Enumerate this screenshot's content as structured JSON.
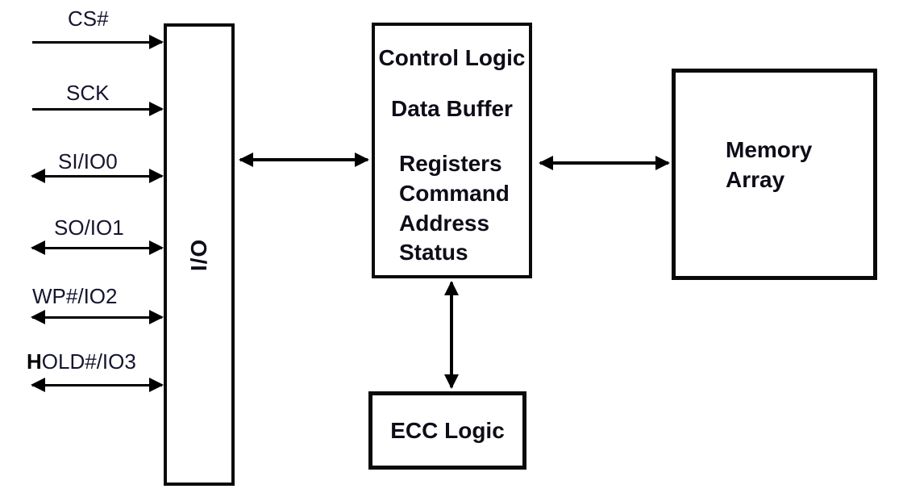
{
  "diagram": {
    "type": "memory-device-block-diagram",
    "background_color": "#ffffff",
    "line_color": "#000000",
    "text_color": "#0d0d18"
  },
  "signals": [
    {
      "label": "CS#",
      "direction": "input"
    },
    {
      "label": "SCK",
      "direction": "input"
    },
    {
      "label": "SI/IO0",
      "direction": "bidirectional"
    },
    {
      "label": "SO/IO1",
      "direction": "bidirectional"
    },
    {
      "label": "WP#/IO2",
      "direction": "bidirectional"
    },
    {
      "label": "HOLD#/IO3",
      "direction": "bidirectional"
    }
  ],
  "blocks": {
    "io": {
      "label": "I/O"
    },
    "control_logic": {
      "title": "Control Logic",
      "buffer": "Data Buffer",
      "items": [
        "Registers",
        "Command",
        "Address",
        "Status"
      ]
    },
    "memory_array": {
      "label": "Memory\nArray"
    },
    "ecc_logic": {
      "label": "ECC Logic"
    }
  },
  "connections": [
    {
      "from": "I/O",
      "to": "Control Logic",
      "type": "bidirectional"
    },
    {
      "from": "Control Logic",
      "to": "Memory Array",
      "type": "bidirectional"
    },
    {
      "from": "Control Logic",
      "to": "ECC Logic",
      "type": "bidirectional"
    }
  ]
}
